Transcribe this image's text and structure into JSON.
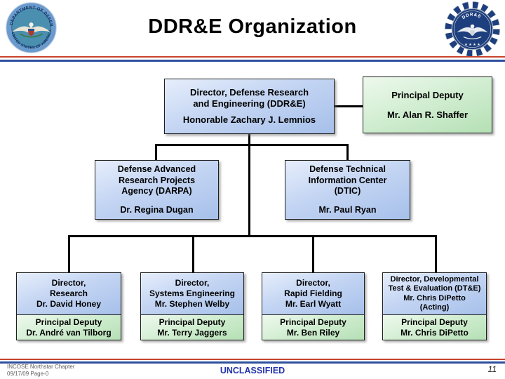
{
  "slide": {
    "title": "DDR&E Organization",
    "footer": {
      "left_line1": "INCOSE Northstar Chapter",
      "left_line2": "09/17/09 Page-0",
      "classification": "UNCLASSIFIED",
      "page_number": "11"
    },
    "logos": {
      "dod_seal": {
        "arc_top": "DEPARTMENT OF DEFENSE",
        "arc_bottom": "UNITED STATES OF AMERICA"
      },
      "ddre_gear": {
        "arc_top": "DDR&E",
        "stars": "★ ★ ★ ★"
      }
    }
  },
  "org": {
    "root": {
      "lines": [
        "Director, Defense Research",
        "and Engineering (DDR&E)"
      ],
      "person": "Honorable Zachary J. Lemnios"
    },
    "principal_deputy": {
      "title": "Principal Deputy",
      "person": "Mr. Alan R. Shaffer"
    },
    "darpa": {
      "lines": [
        "Defense Advanced",
        "Research Projects",
        "Agency (DARPA)"
      ],
      "person": "Dr. Regina Dugan"
    },
    "dtic": {
      "lines": [
        "Defense Technical",
        "Information Center",
        "(DTIC)"
      ],
      "person": "Mr. Paul Ryan"
    },
    "directorates": [
      {
        "director_lines": [
          "Director,",
          "Research",
          "Dr. David Honey"
        ],
        "deputy_title": "Principal Deputy",
        "deputy_person": "Dr. André van Tilborg"
      },
      {
        "director_lines": [
          "Director,",
          "Systems Engineering",
          "Mr. Stephen Welby"
        ],
        "deputy_title": "Principal Deputy",
        "deputy_person": "Mr. Terry Jaggers"
      },
      {
        "director_lines": [
          "Director,",
          "Rapid Fielding",
          "Mr. Earl Wyatt"
        ],
        "deputy_title": "Principal Deputy",
        "deputy_person": "Mr. Ben Riley"
      },
      {
        "director_lines": [
          "Director, Developmental",
          "Test & Evaluation (DT&E)",
          "Mr. Chris DiPetto",
          "(Acting)"
        ],
        "deputy_title": "Principal Deputy",
        "deputy_person": "Mr. Chris DiPetto"
      }
    ]
  },
  "colors": {
    "box_blue_top": "#e6eefb",
    "box_blue_bottom": "#a6c0ea",
    "box_green_top": "#eef9ee",
    "box_green_bottom": "#b5e0b5",
    "rule_red": "#c8432c",
    "rule_blue": "#2d4f9e",
    "classification_blue": "#2333ad",
    "connector_black": "#000000"
  }
}
